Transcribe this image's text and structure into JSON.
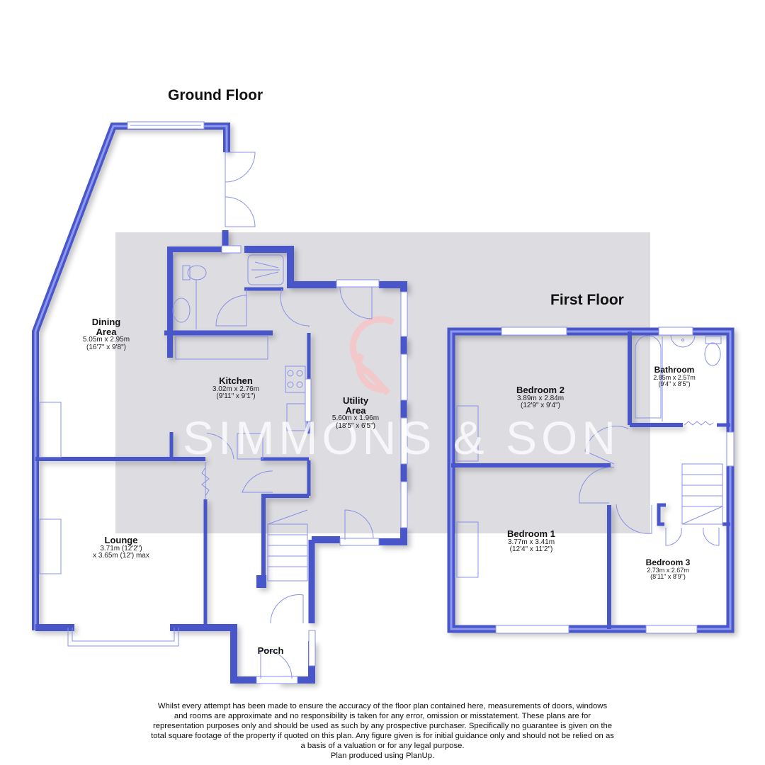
{
  "headings": {
    "ground_floor": "Ground Floor",
    "first_floor": "First Floor"
  },
  "colors": {
    "wall": "#4a57c9",
    "wall_light": "#8f98f0",
    "fixture_line": "#8890e8",
    "watermark_band": "#dcdce1",
    "watermark_logo": "#f6c6c9",
    "background": "#ffffff"
  },
  "watermark": {
    "brand": "SIMMONS & SON",
    "logo_icon": "s-monogram-icon"
  },
  "ground_floor": {
    "rooms": [
      {
        "name": "Dining\nArea",
        "name_line1": "Dining",
        "name_line2": "Area",
        "dim_metric": "5.05m x 2.95m",
        "dim_imperial": "(16'7\" x 9'8\")"
      },
      {
        "name": "Kitchen",
        "dim_metric": "3.02m x 2.76m",
        "dim_imperial": "(9'11\" x 9'1\")"
      },
      {
        "name_line1": "Utility",
        "name_line2": "Area",
        "dim_metric": "5.60m x 1.96m",
        "dim_imperial": "(18'5\" x 6'5\")"
      },
      {
        "name": "Lounge",
        "dim_metric": "3.71m (12'2\")",
        "dim_imperial": "x 3.65m (12') max"
      },
      {
        "name": "Porch"
      }
    ]
  },
  "first_floor": {
    "rooms": [
      {
        "name": "Bedroom 2",
        "dim_metric": "3.89m x 2.84m",
        "dim_imperial": "(12'9\" x 9'4\")"
      },
      {
        "name": "Bathroom",
        "dim_metric": "2.85m x 2.57m",
        "dim_imperial": "(9'4\" x 8'5\")"
      },
      {
        "name": "Bedroom 1",
        "dim_metric": "3.77m x 3.41m",
        "dim_imperial": "(12'4\" x 11'2\")"
      },
      {
        "name": "Bedroom 3",
        "dim_metric": "2.73m x 2.67m",
        "dim_imperial": "(8'11\" x 8'9\")"
      }
    ]
  },
  "disclaimer": {
    "lines": [
      "Whilst every attempt has been made to ensure the accuracy of the floor plan contained here, measurements of doors, windows",
      "and rooms are approximate and no responsibility is taken for any error, omission or misstatement. These plans are for",
      "representation purposes only and should be used as such by any prospective purchaser. Specifically no guarantee is given on the",
      "total square footage of the property if quoted on this plan. Any figure given is for initial guidance only and should not be relied on as",
      "a basis of a valuation or for any legal purpose.",
      "Plan produced using PlanUp."
    ]
  }
}
